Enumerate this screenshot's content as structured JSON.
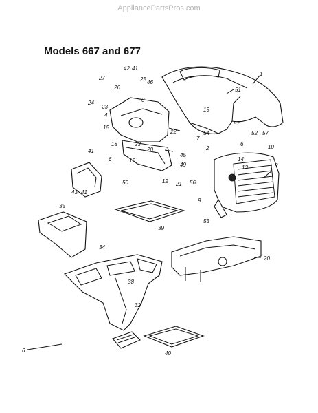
{
  "header": {
    "site": "AppliancePartsPros.com",
    "title": "Models 667 and 677"
  },
  "callouts": [
    "1",
    "51",
    "19",
    "57",
    "52",
    "57",
    "42",
    "41",
    "27",
    "26",
    "25",
    "46",
    "24",
    "23",
    "3",
    "4",
    "15",
    "23",
    "54",
    "22",
    "7",
    "2",
    "18",
    "6",
    "16",
    "20",
    "45",
    "49",
    "50",
    "12",
    "21",
    "56",
    "10",
    "8",
    "6",
    "14",
    "13",
    "9",
    "53",
    "41",
    "43",
    "41",
    "35",
    "39",
    "34",
    "38",
    "20",
    "32",
    "6",
    "40"
  ]
}
